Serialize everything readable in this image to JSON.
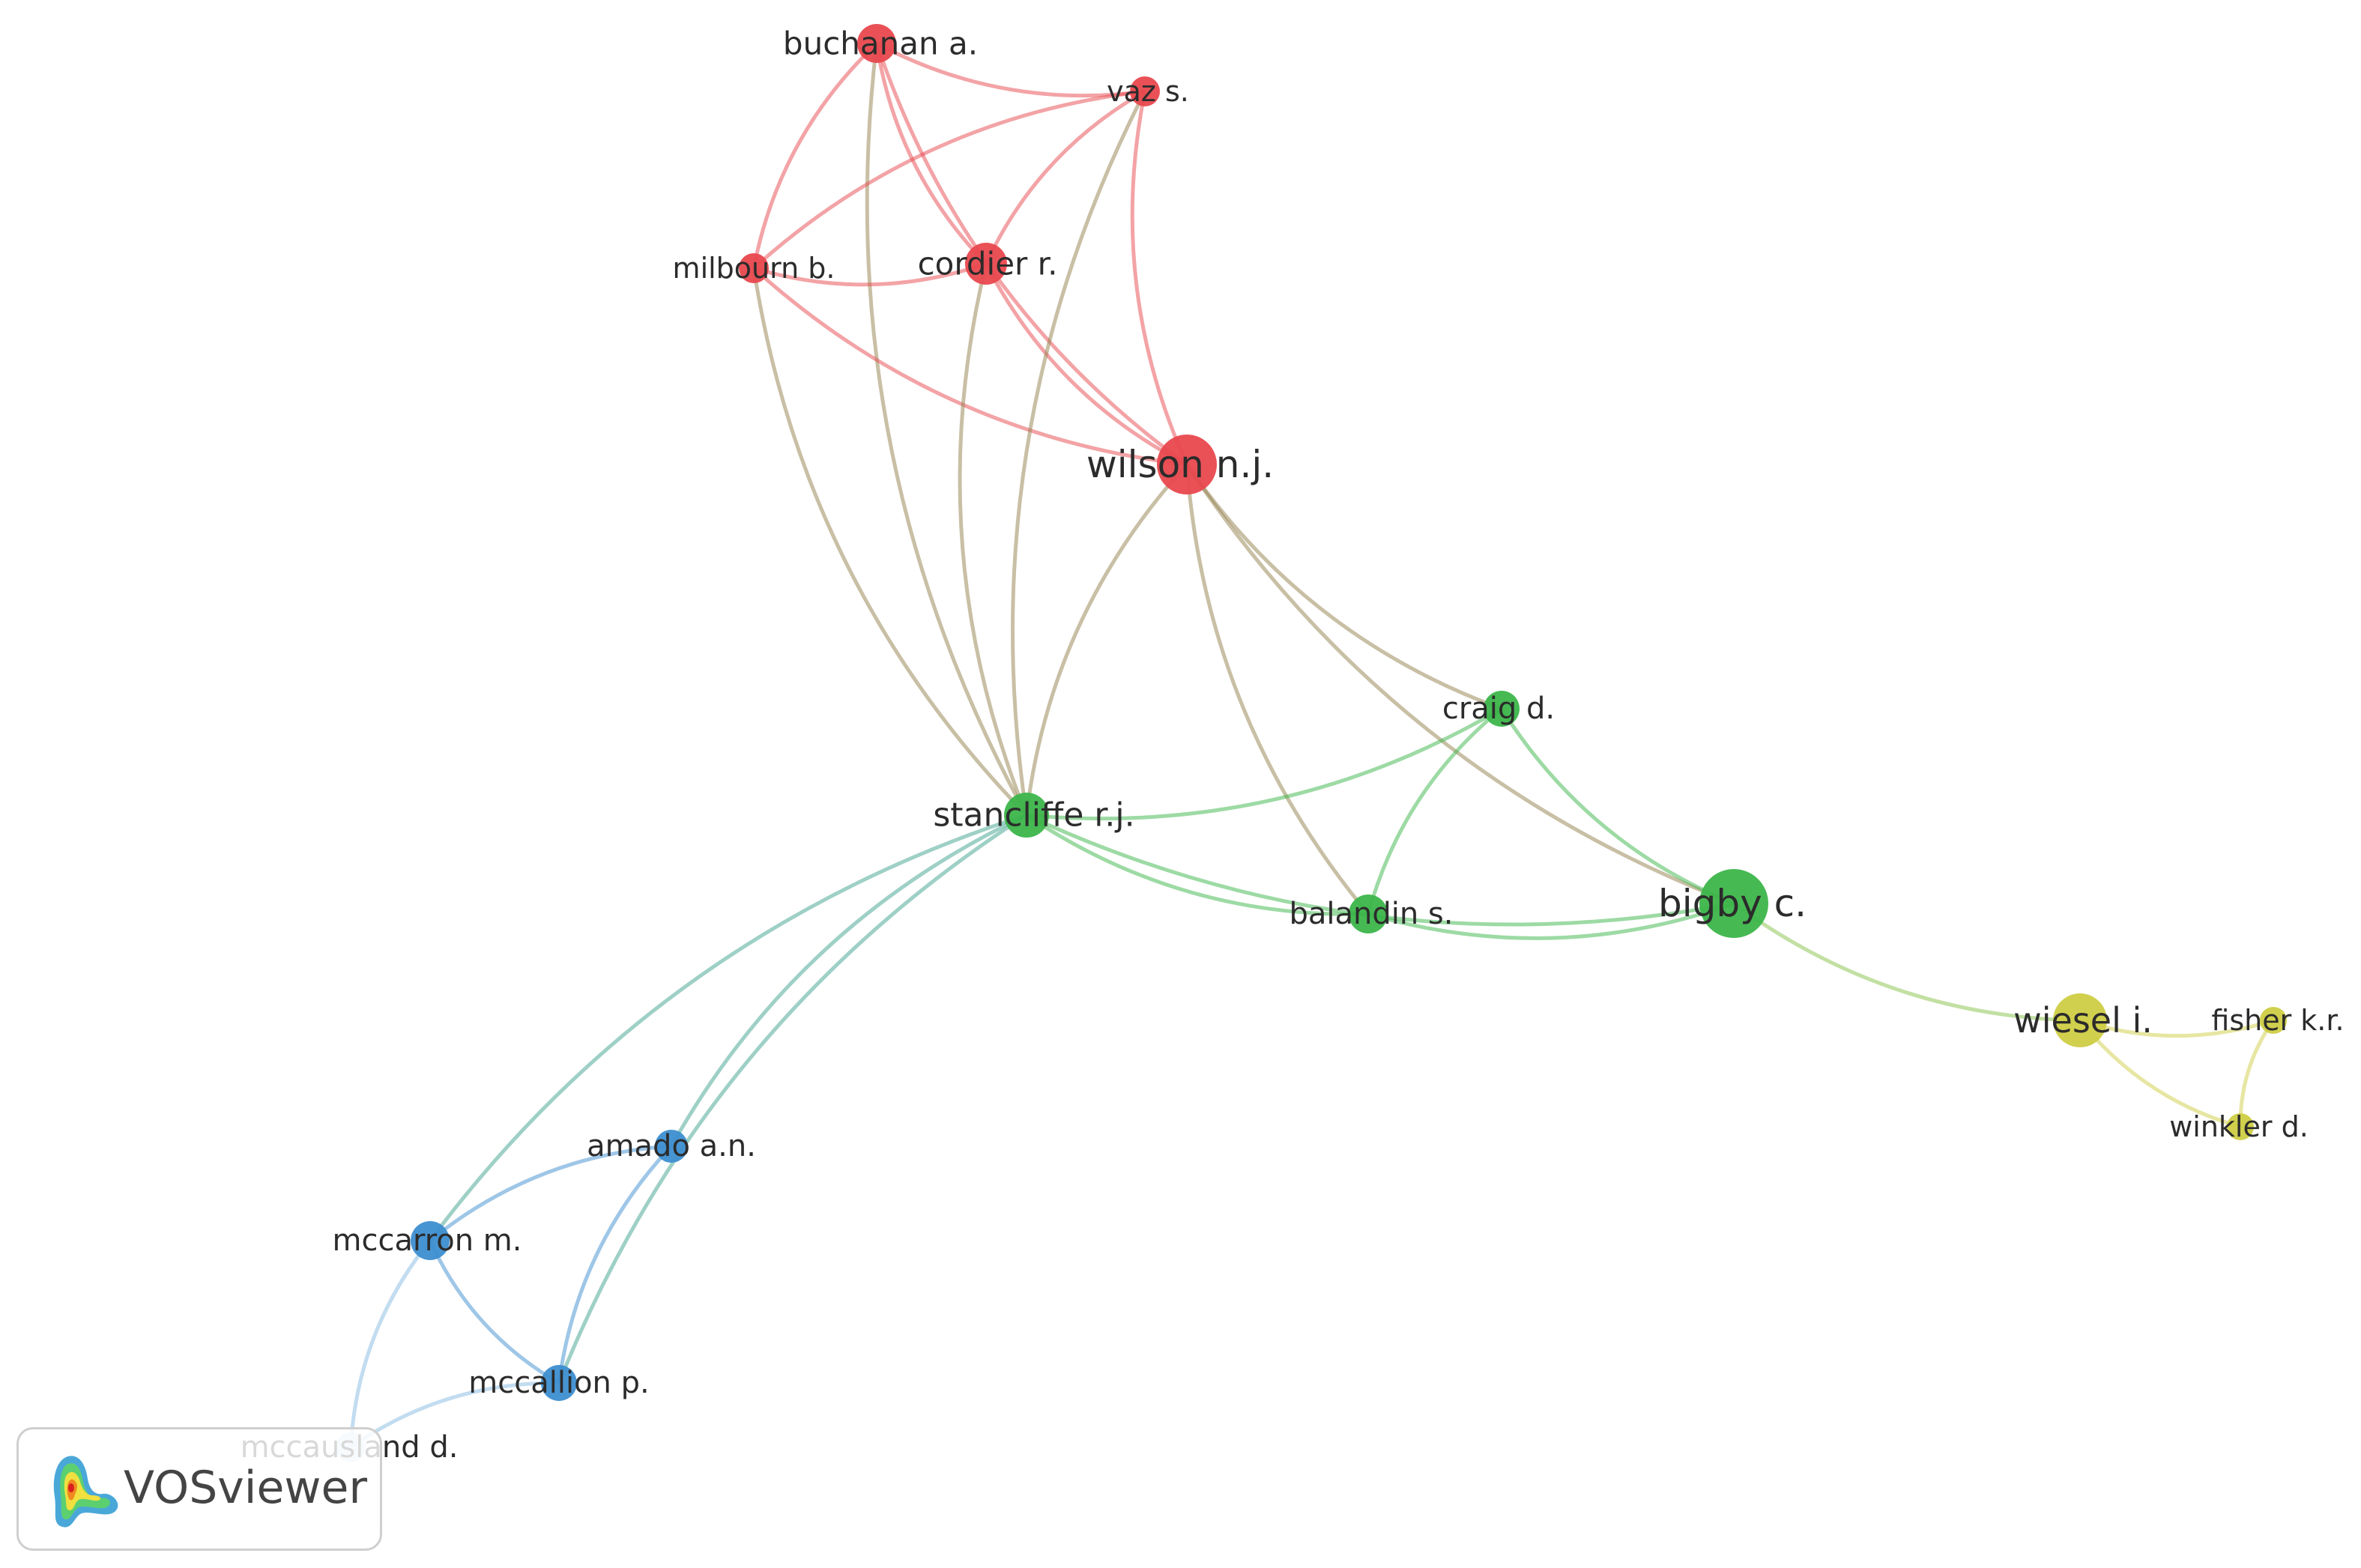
{
  "nodes": [
    {
      "id": "buchanan",
      "label": "buchanan a.",
      "cluster": "red"
    },
    {
      "id": "vaz",
      "label": "vaz s.",
      "cluster": "red"
    },
    {
      "id": "milbourn",
      "label": "milbourn b.",
      "cluster": "red"
    },
    {
      "id": "cordier",
      "label": "cordier r.",
      "cluster": "red"
    },
    {
      "id": "wilson",
      "label": "wilson n.j.",
      "cluster": "red"
    },
    {
      "id": "craig",
      "label": "craig d.",
      "cluster": "green"
    },
    {
      "id": "stancliffe",
      "label": "stancliffe r.j.",
      "cluster": "green"
    },
    {
      "id": "balandin",
      "label": "balandin s.",
      "cluster": "green"
    },
    {
      "id": "bigby",
      "label": "bigby c.",
      "cluster": "green"
    },
    {
      "id": "wiesel",
      "label": "wiesel i.",
      "cluster": "yellow"
    },
    {
      "id": "fisher",
      "label": "fisher k.r.",
      "cluster": "yellow"
    },
    {
      "id": "winkler",
      "label": "winkler d.",
      "cluster": "yellow"
    },
    {
      "id": "amado",
      "label": "amado a.n.",
      "cluster": "blue"
    },
    {
      "id": "mccarron",
      "label": "mccarron m.",
      "cluster": "blue"
    },
    {
      "id": "mccallion",
      "label": "mccallion p.",
      "cluster": "blue"
    },
    {
      "id": "mccausland",
      "label": "mccausland d.",
      "cluster": "lightblue"
    }
  ],
  "links": [
    {
      "source": "buchanan",
      "target": "vaz"
    },
    {
      "source": "buchanan",
      "target": "milbourn"
    },
    {
      "source": "buchanan",
      "target": "cordier"
    },
    {
      "source": "buchanan",
      "target": "wilson"
    },
    {
      "source": "buchanan",
      "target": "stancliffe"
    },
    {
      "source": "vaz",
      "target": "milbourn"
    },
    {
      "source": "vaz",
      "target": "cordier"
    },
    {
      "source": "vaz",
      "target": "wilson"
    },
    {
      "source": "milbourn",
      "target": "cordier"
    },
    {
      "source": "milbourn",
      "target": "wilson"
    },
    {
      "source": "milbourn",
      "target": "stancliffe"
    },
    {
      "source": "cordier",
      "target": "wilson"
    },
    {
      "source": "cordier",
      "target": "stancliffe"
    },
    {
      "source": "vaz",
      "target": "stancliffe"
    },
    {
      "source": "wilson",
      "target": "stancliffe"
    },
    {
      "source": "wilson",
      "target": "bigby"
    },
    {
      "source": "wilson",
      "target": "balandin"
    },
    {
      "source": "wilson",
      "target": "craig"
    },
    {
      "source": "stancliffe",
      "target": "craig"
    },
    {
      "source": "stancliffe",
      "target": "balandin"
    },
    {
      "source": "stancliffe",
      "target": "bigby"
    },
    {
      "source": "craig",
      "target": "balandin"
    },
    {
      "source": "craig",
      "target": "bigby"
    },
    {
      "source": "balandin",
      "target": "bigby"
    },
    {
      "source": "bigby",
      "target": "wiesel"
    },
    {
      "source": "wiesel",
      "target": "fisher"
    },
    {
      "source": "wiesel",
      "target": "winkler"
    },
    {
      "source": "fisher",
      "target": "winkler"
    },
    {
      "source": "stancliffe",
      "target": "amado"
    },
    {
      "source": "stancliffe",
      "target": "mccarron"
    },
    {
      "source": "stancliffe",
      "target": "mccallion"
    },
    {
      "source": "amado",
      "target": "mccarron"
    },
    {
      "source": "amado",
      "target": "mccallion"
    },
    {
      "source": "mccarron",
      "target": "mccallion"
    },
    {
      "source": "mccarron",
      "target": "mccausland"
    },
    {
      "source": "mccallion",
      "target": "mccausland"
    }
  ],
  "cluster_colors": {
    "red": "#e8484e",
    "green": "#3cb54a",
    "yellow": "#cfcd45",
    "blue": "#3d8ed0",
    "lightblue": "#cfe3f3"
  },
  "brand": {
    "name": "VOSviewer",
    "logo_icon": "vosviewer-density-logo-icon"
  }
}
